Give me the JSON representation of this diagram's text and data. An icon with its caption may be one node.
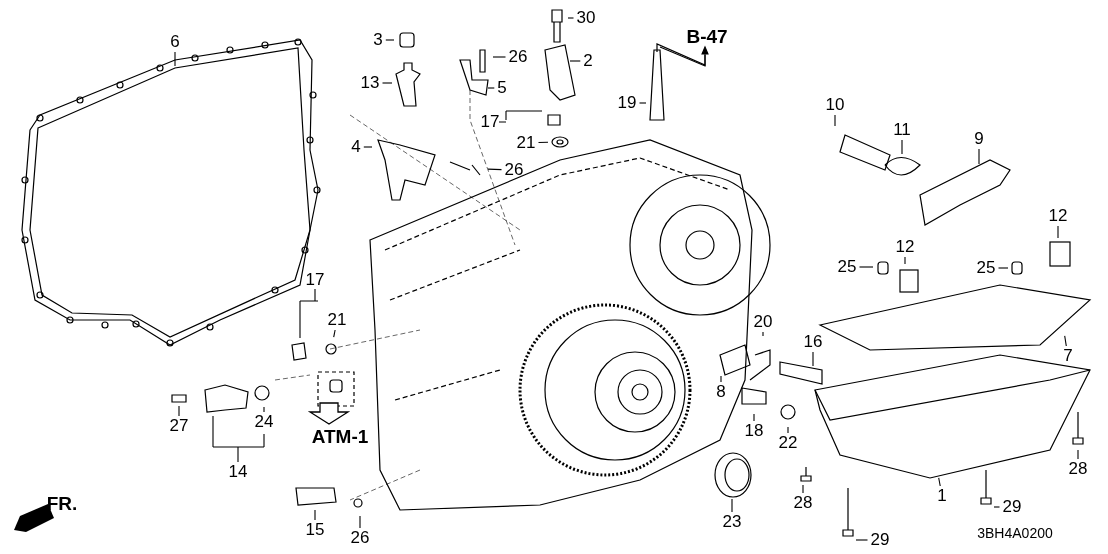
{
  "diagram": {
    "nodes": [
      {
        "text": [
          "6"
        ]
      },
      {
        "text": [
          "3"
        ]
      },
      {
        "text": [
          "30"
        ]
      },
      {
        "text": [
          "26"
        ]
      },
      {
        "text": [
          "2"
        ]
      },
      {
        "text": [
          "13"
        ]
      },
      {
        "text": [
          "5"
        ]
      },
      {
        "text": [
          "19"
        ]
      },
      {
        "text": [
          "10"
        ]
      },
      {
        "text": [
          "17"
        ]
      },
      {
        "text": [
          "21"
        ]
      },
      {
        "text": [
          "4"
        ]
      },
      {
        "text": [
          "26"
        ]
      },
      {
        "text": [
          "11"
        ]
      },
      {
        "text": [
          "9"
        ]
      },
      {
        "text": [
          "12"
        ]
      },
      {
        "text": [
          "12"
        ]
      },
      {
        "text": [
          "25"
        ]
      },
      {
        "text": [
          "25"
        ]
      },
      {
        "text": [
          "17"
        ]
      },
      {
        "text": [
          "21"
        ]
      },
      {
        "text": [
          "20"
        ]
      },
      {
        "text": [
          "16"
        ]
      },
      {
        "text": [
          "7"
        ]
      },
      {
        "text": [
          "8"
        ]
      },
      {
        "text": [
          "27"
        ]
      },
      {
        "text": [
          "24"
        ]
      },
      {
        "text": [
          "18"
        ]
      },
      {
        "text": [
          "22"
        ]
      },
      {
        "text": [
          "14"
        ]
      },
      {
        "text": [
          "28"
        ]
      },
      {
        "text": [
          "23"
        ]
      },
      {
        "text": [
          "1"
        ]
      },
      {
        "text": [
          "28"
        ]
      },
      {
        "text": [
          "29"
        ]
      },
      {
        "text": [
          "15"
        ]
      },
      {
        "text": [
          "26"
        ]
      },
      {
        "text": [
          "29"
        ]
      }
    ],
    "edges": [
      {
        "from": 0,
        "to": null,
        "arrow": "none"
      },
      {
        "from": 1,
        "to": null,
        "arrow": "none"
      },
      {
        "from": 2,
        "to": null,
        "arrow": "none"
      },
      {
        "from": 3,
        "to": null,
        "arrow": "none"
      },
      {
        "from": 4,
        "to": null,
        "arrow": "none"
      },
      {
        "from": 5,
        "to": null,
        "arrow": "none"
      },
      {
        "from": 6,
        "to": null,
        "arrow": "none"
      },
      {
        "from": 7,
        "to": null,
        "arrow": "none"
      },
      {
        "from": 8,
        "to": null,
        "arrow": "none"
      },
      {
        "from": 9,
        "to": null,
        "arrow": "none"
      },
      {
        "from": 10,
        "to": null,
        "arrow": "none"
      },
      {
        "from": 11,
        "to": null,
        "arrow": "none"
      },
      {
        "from": 12,
        "to": null,
        "arrow": "none"
      },
      {
        "from": 13,
        "to": null,
        "arrow": "none"
      },
      {
        "from": 14,
        "to": null,
        "arrow": "none"
      },
      {
        "from": 15,
        "to": null,
        "arrow": "none"
      },
      {
        "from": 16,
        "to": null,
        "arrow": "none"
      },
      {
        "from": 17,
        "to": null,
        "arrow": "none"
      },
      {
        "from": 18,
        "to": null,
        "arrow": "none"
      },
      {
        "from": 19,
        "to": null,
        "arrow": "none"
      },
      {
        "from": 20,
        "to": null,
        "arrow": "none"
      },
      {
        "from": 21,
        "to": null,
        "arrow": "none"
      },
      {
        "from": 22,
        "to": null,
        "arrow": "none"
      },
      {
        "from": 23,
        "to": null,
        "arrow": "none"
      },
      {
        "from": 24,
        "to": null,
        "arrow": "none"
      },
      {
        "from": 25,
        "to": null,
        "arrow": "none"
      },
      {
        "from": 26,
        "to": null,
        "arrow": "none"
      },
      {
        "from": 27,
        "to": null,
        "arrow": "none"
      },
      {
        "from": 28,
        "to": null,
        "arrow": "none"
      },
      {
        "from": 29,
        "to": null,
        "arrow": "none"
      },
      {
        "from": 30,
        "to": null,
        "arrow": "none"
      },
      {
        "from": 31,
        "to": null,
        "arrow": "none"
      },
      {
        "from": 32,
        "to": null,
        "arrow": "none"
      },
      {
        "from": 33,
        "to": null,
        "arrow": "none"
      },
      {
        "from": 34,
        "to": null,
        "arrow": "none"
      },
      {
        "from": 35,
        "to": null,
        "arrow": "none"
      },
      {
        "from": 36,
        "to": null,
        "arrow": "none"
      },
      {
        "from": 37,
        "to": null,
        "arrow": "none"
      }
    ],
    "labels": [
      "B-47",
      "ATM-1",
      "FR.",
      "3BH4A0200"
    ]
  }
}
